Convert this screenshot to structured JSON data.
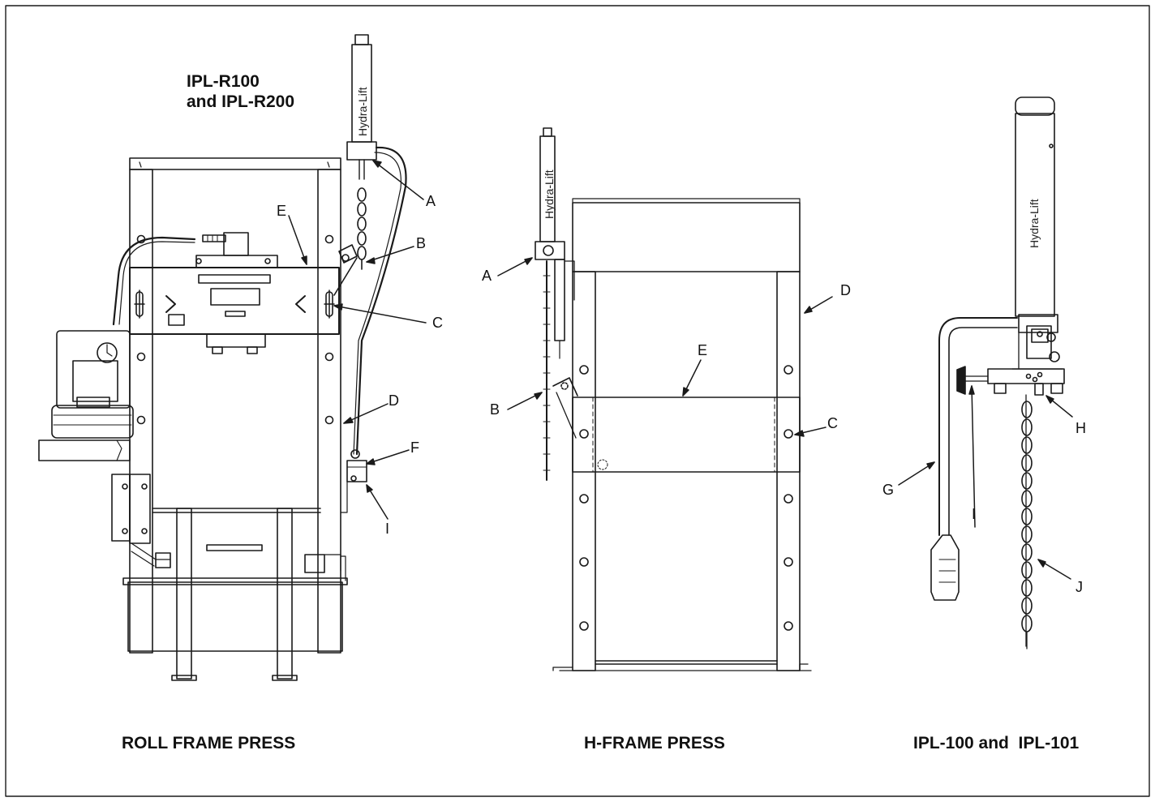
{
  "colors": {
    "ink": "#1a1a1a",
    "paper": "#ffffff"
  },
  "model_title": {
    "line1": "IPL-R100",
    "line2": "and IPL-R200"
  },
  "captions": {
    "roll_frame": "ROLL FRAME PRESS",
    "h_frame": "H-FRAME PRESS",
    "ipl": "IPL-100 and  IPL-101"
  },
  "brand_text": "Hydra-Lift",
  "callouts": {
    "roll_frame": [
      "A",
      "B",
      "C",
      "D",
      "E",
      "F",
      "I"
    ],
    "h_frame": [
      "A",
      "B",
      "C",
      "D",
      "E"
    ],
    "ipl": [
      "G",
      "H",
      "I",
      "J"
    ]
  }
}
